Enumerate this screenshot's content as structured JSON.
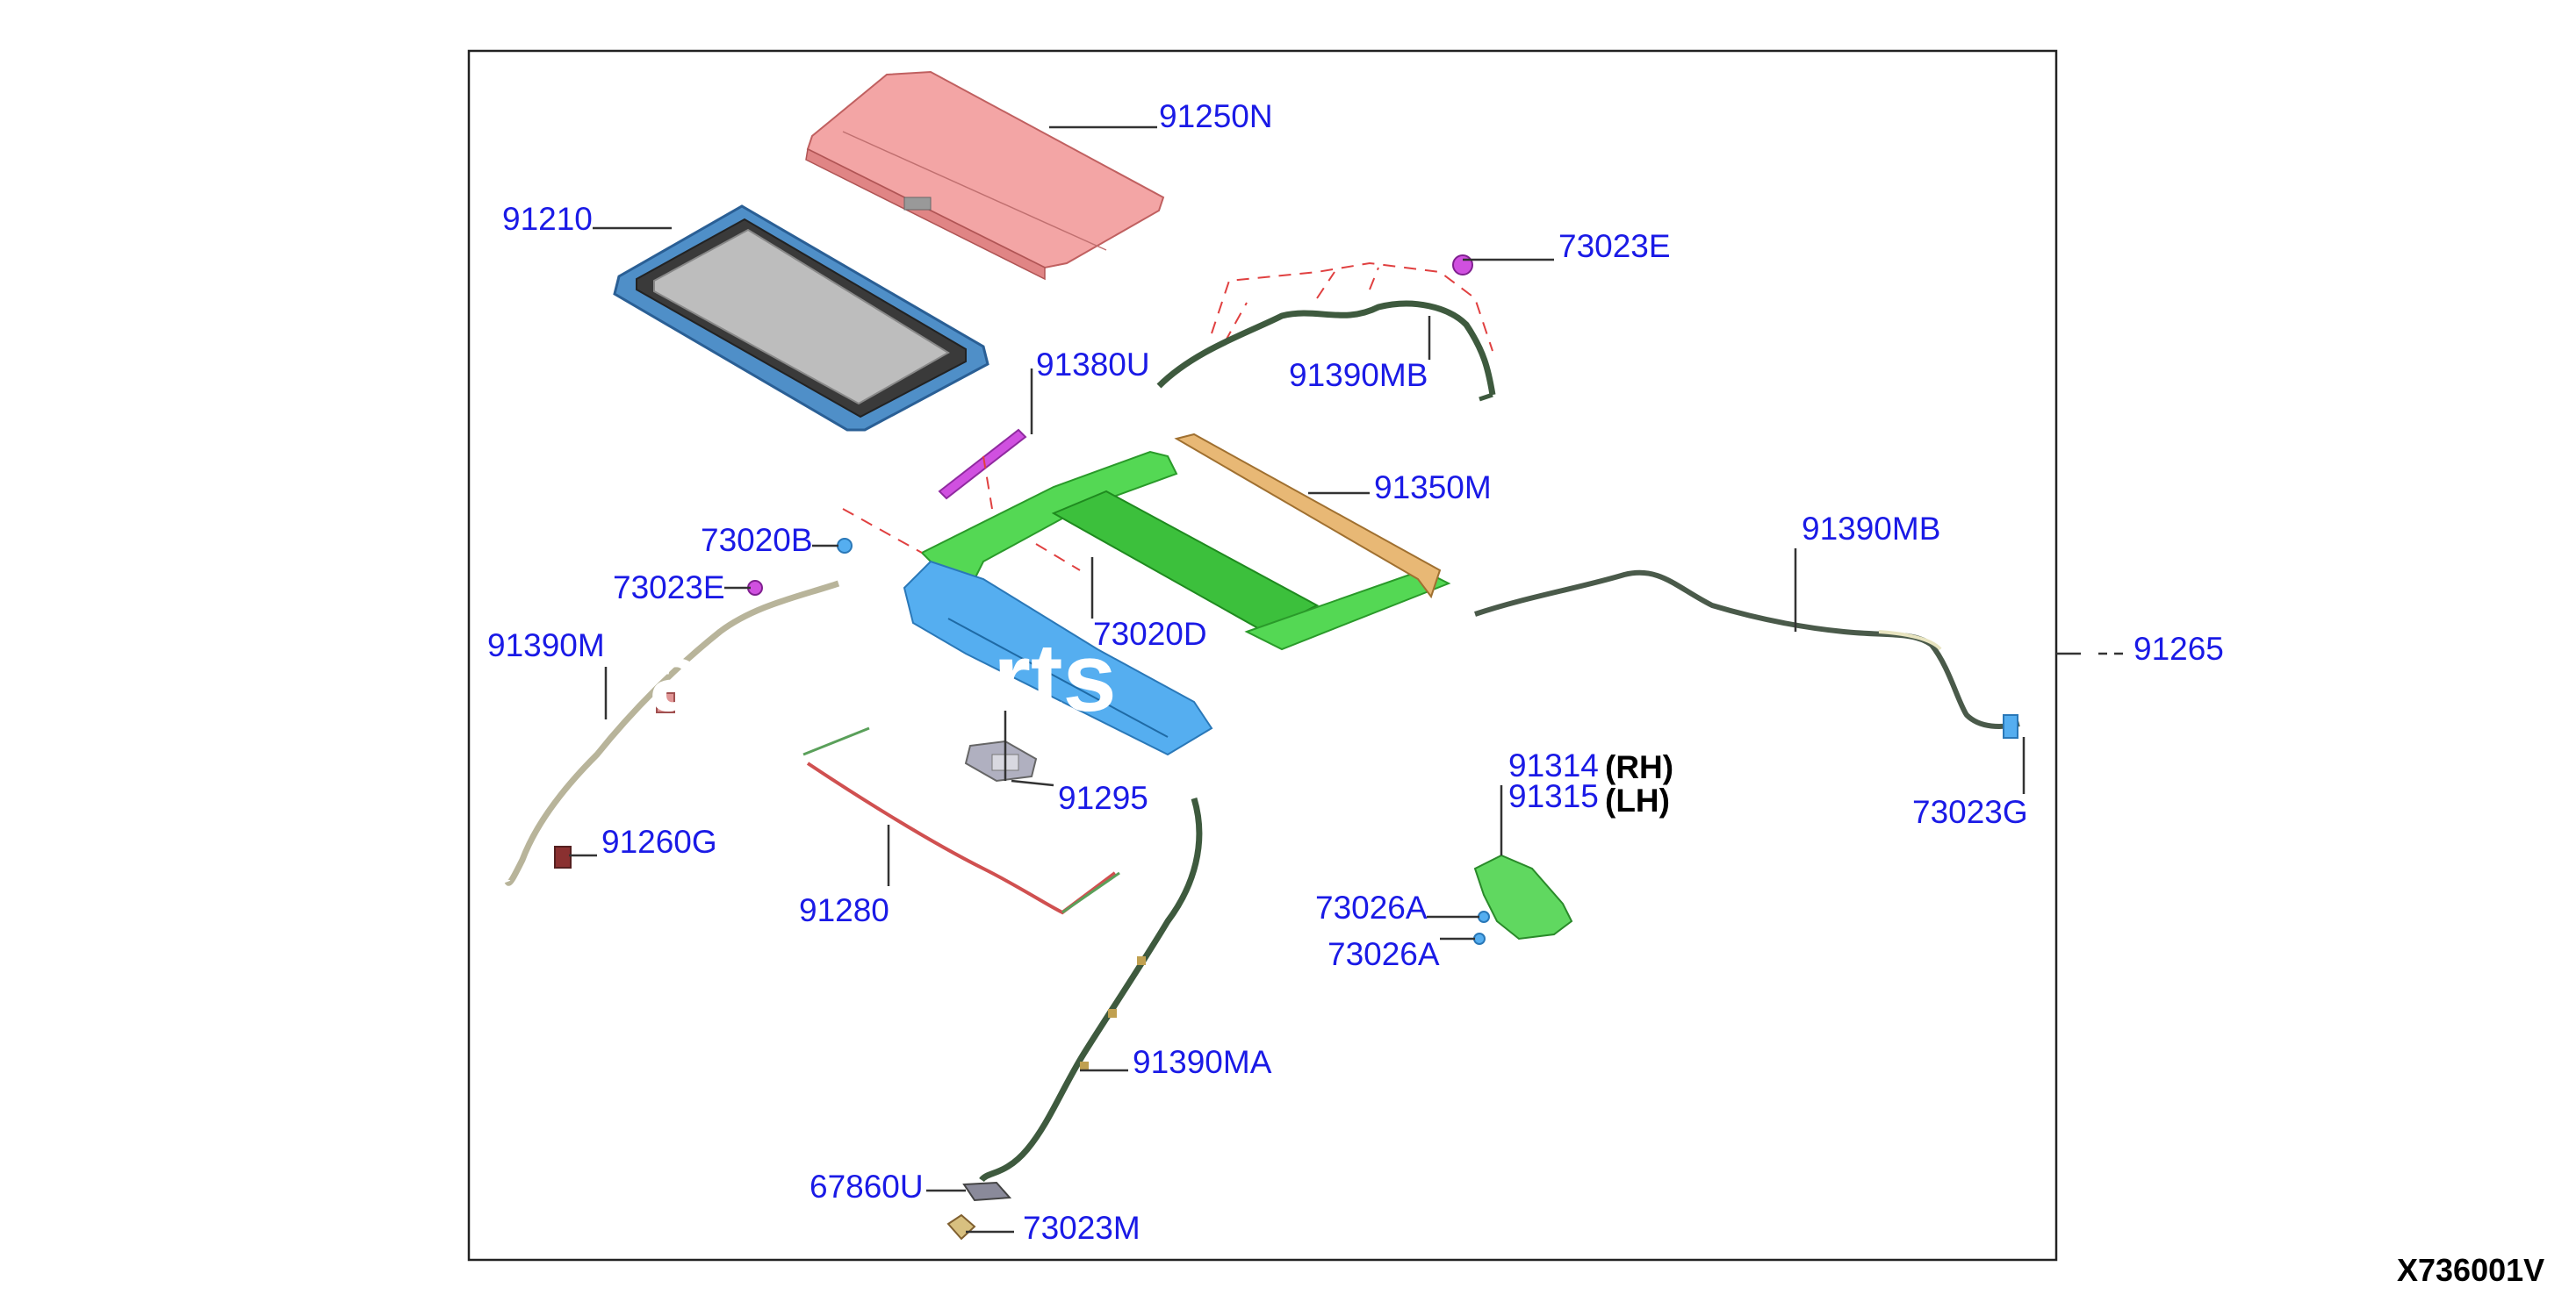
{
  "labels": {
    "p91250N": "91250N",
    "p91210": "91210",
    "p73023E_top": "73023E",
    "p91380U": "91380U",
    "p91390MB_top": "91390MB",
    "p91350M": "91350M",
    "p91390MB_right": "91390MB",
    "p73020B": "73020B",
    "p73023E_left": "73023E",
    "p73020D": "73020D",
    "p91390M_left": "91390M",
    "p91295": "91295",
    "p91260G": "91260G",
    "p91280": "91280",
    "p91314": "91314",
    "p91315": "91315",
    "rh": "(RH)",
    "lh": "(LH)",
    "p73023G": "73023G",
    "p73026A_1": "73026A",
    "p73026A_2": "73026A",
    "p91390MA": "91390MA",
    "p67860U": "67860U",
    "p73023M": "73023M",
    "p91265_partial": "91265"
  },
  "diagram_code": "X736001V",
  "colors": {
    "label": "#1a1ae6",
    "sunshade": "#f0a0a0",
    "glass_frame": "#5aa0d8",
    "glass": "#b0b0b0",
    "frame_green": "#44d444",
    "frame_tan": "#e0b070",
    "frame_blue": "#4aa8e8",
    "deflector": "#c040d0",
    "cutline": "#e04040"
  }
}
